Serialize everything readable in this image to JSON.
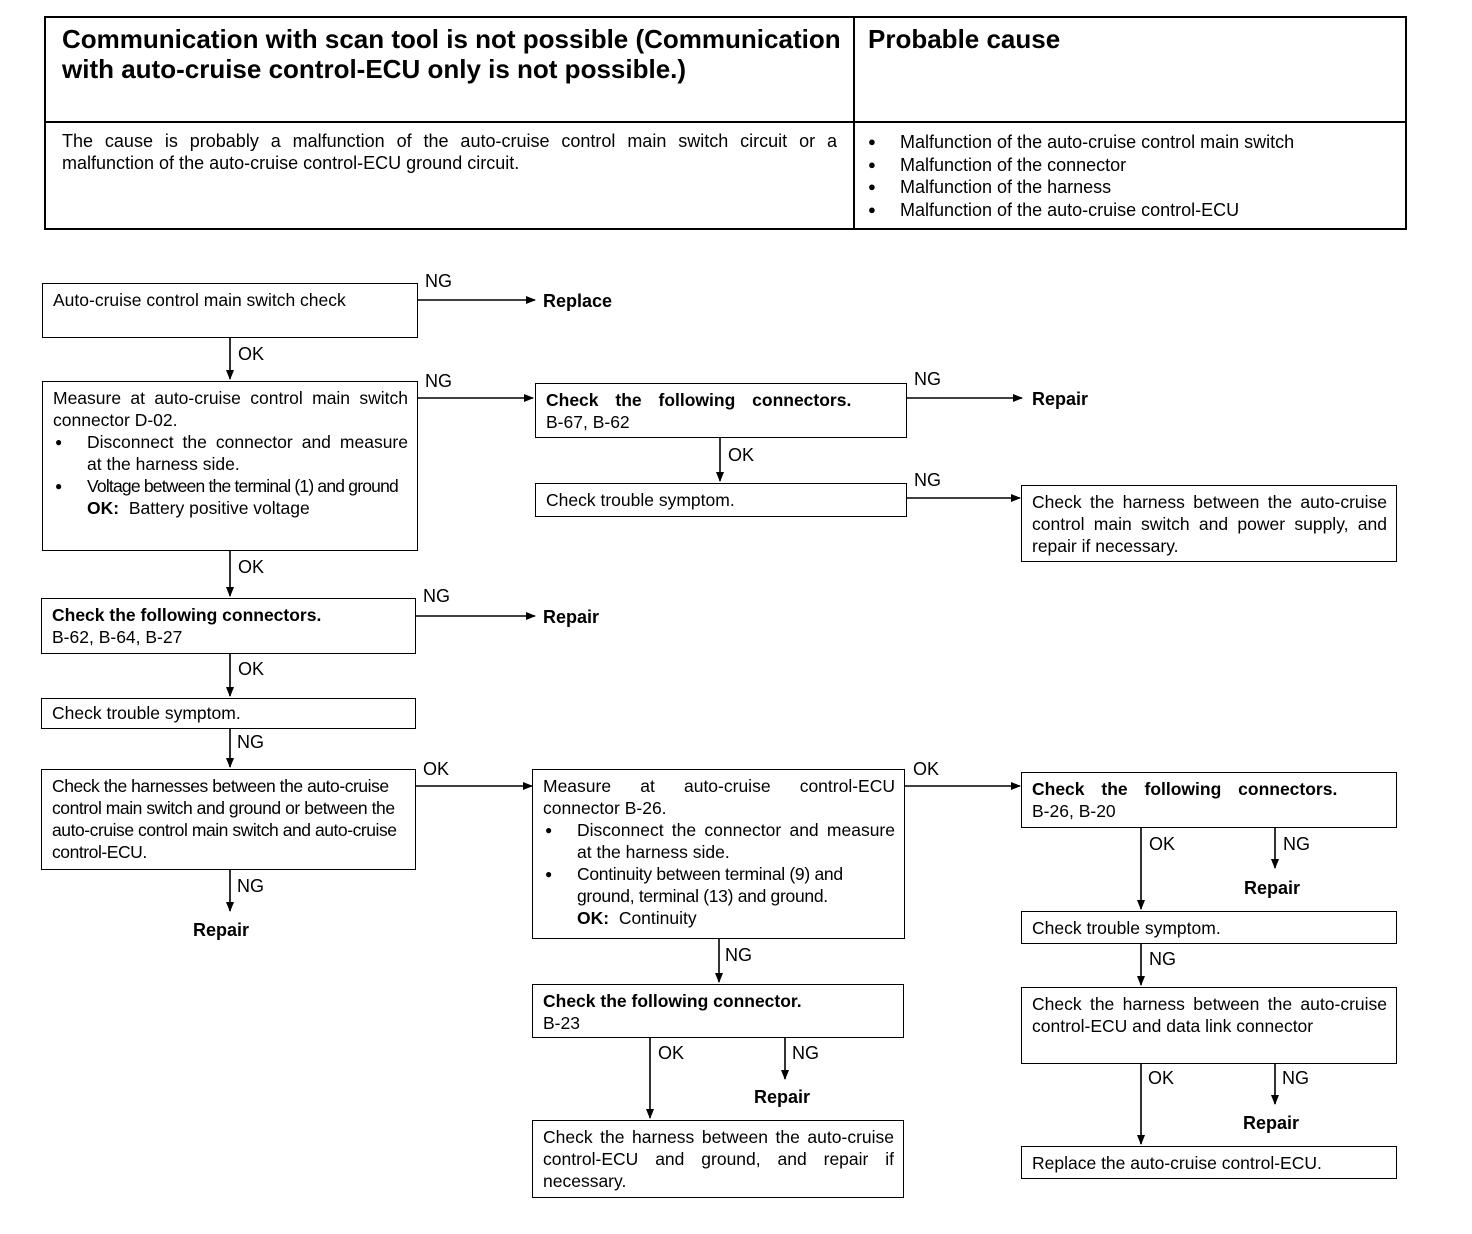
{
  "header": {
    "title": "Communication with scan tool is not possible (Communication with auto-cruise control-ECU only is not possible.)",
    "cause_title": "Probable cause",
    "description": "The cause is probably a malfunction of the auto-cruise control main switch circuit or a malfunction of the auto-cruise control-ECU ground circuit.",
    "causes": [
      "Malfunction of the auto-cruise control main switch",
      "Malfunction of the connector",
      "Malfunction of the harness",
      "Malfunction of the auto-cruise control-ECU"
    ]
  },
  "flow": {
    "n1": "Auto-cruise control main switch check",
    "n2": {
      "line1": "Measure at auto-cruise control main switch connector D-02.",
      "b1": "Disconnect the connector and measure at the harness side.",
      "b2": "Voltage between the terminal (1) and ground",
      "ok_label": "OK:",
      "ok_text": "Battery positive voltage"
    },
    "n3": {
      "title": "Check the following connectors.",
      "items": "B-62, B-64, B-27"
    },
    "n4": "Check trouble symptom.",
    "n5": "Check the harnesses between the auto-cruise control main switch and ground or between the auto-cruise control main switch and auto-cruise control-ECU.",
    "m1": {
      "title": "Check the following connectors.",
      "items": "B-67, B-62"
    },
    "m2": "Check trouble symptom.",
    "m3": {
      "line1": "Measure at auto-cruise control-ECU connector B-26.",
      "b1": "Disconnect the connector and measure at the harness side.",
      "b2": "Continuity between terminal (9) and ground, terminal (13) and ground.",
      "ok_label": "OK:",
      "ok_text": "Continuity"
    },
    "m4": {
      "title": "Check the following connector.",
      "items": "B-23"
    },
    "m5": "Check the harness between the auto-cruise control-ECU and ground, and repair if necessary.",
    "r1": "Check the harness between the auto-cruise control main switch and power supply, and repair if necessary.",
    "r2": {
      "title": "Check the following connectors.",
      "items": "B-26, B-20"
    },
    "r3": "Check trouble symptom.",
    "r4": "Check the harness between the auto-cruise control-ECU and data link connector",
    "r5": "Replace the auto-cruise control-ECU.",
    "labels": {
      "ok": "OK",
      "ng": "NG"
    },
    "results": {
      "replace": "Replace",
      "repair": "Repair"
    }
  }
}
